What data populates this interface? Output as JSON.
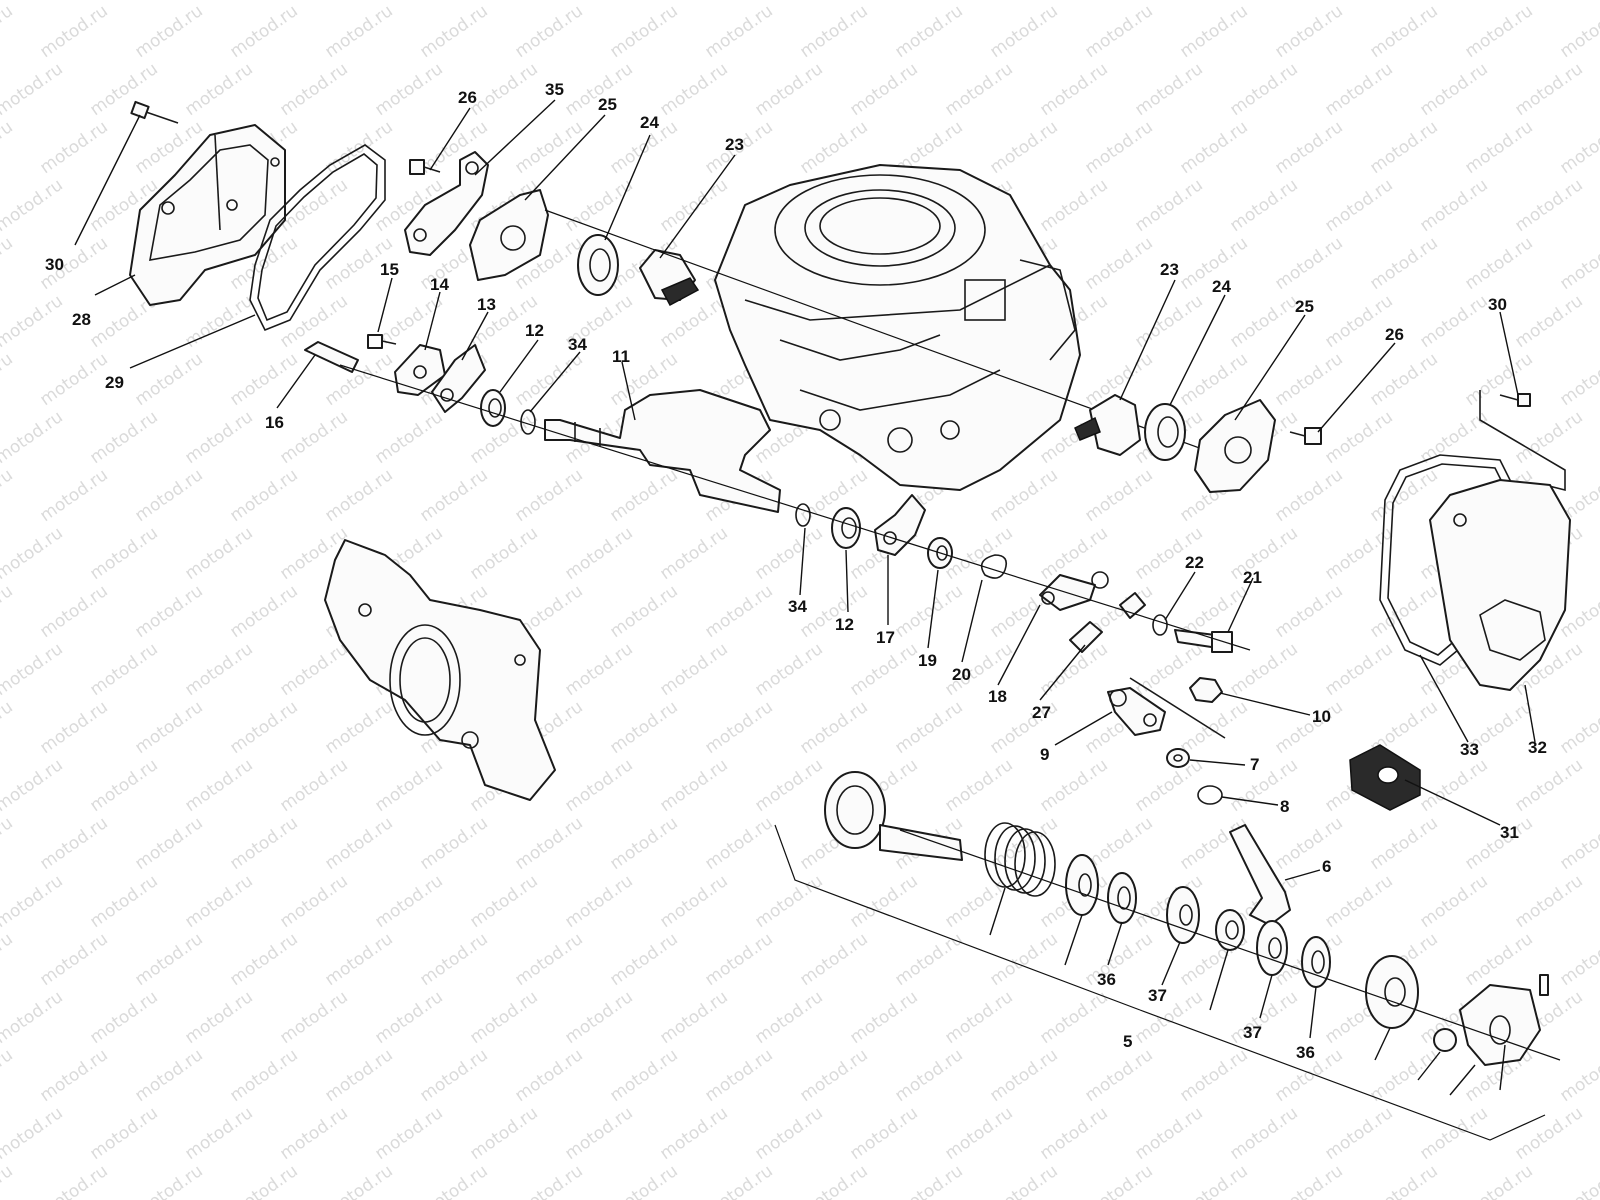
{
  "watermark": {
    "text": "motod.ru"
  },
  "callouts": [
    {
      "id": "c30a",
      "label": "30"
    },
    {
      "id": "c28",
      "label": "28"
    },
    {
      "id": "c29",
      "label": "29"
    },
    {
      "id": "c26a",
      "label": "26"
    },
    {
      "id": "c35",
      "label": "35"
    },
    {
      "id": "c25a",
      "label": "25"
    },
    {
      "id": "c24a",
      "label": "24"
    },
    {
      "id": "c23a",
      "label": "23"
    },
    {
      "id": "c15",
      "label": "15"
    },
    {
      "id": "c14",
      "label": "14"
    },
    {
      "id": "c13",
      "label": "13"
    },
    {
      "id": "c12a",
      "label": "12"
    },
    {
      "id": "c34a",
      "label": "34"
    },
    {
      "id": "c11",
      "label": "11"
    },
    {
      "id": "c16",
      "label": "16"
    },
    {
      "id": "c23b",
      "label": "23"
    },
    {
      "id": "c24b",
      "label": "24"
    },
    {
      "id": "c25b",
      "label": "25"
    },
    {
      "id": "c26b",
      "label": "26"
    },
    {
      "id": "c30b",
      "label": "30"
    },
    {
      "id": "c34b",
      "label": "34"
    },
    {
      "id": "c12b",
      "label": "12"
    },
    {
      "id": "c17",
      "label": "17"
    },
    {
      "id": "c19",
      "label": "19"
    },
    {
      "id": "c20",
      "label": "20"
    },
    {
      "id": "c18",
      "label": "18"
    },
    {
      "id": "c22",
      "label": "22"
    },
    {
      "id": "c21",
      "label": "21"
    },
    {
      "id": "c27",
      "label": "27"
    },
    {
      "id": "c10",
      "label": "10"
    },
    {
      "id": "c9",
      "label": "9"
    },
    {
      "id": "c7",
      "label": "7"
    },
    {
      "id": "c8",
      "label": "8"
    },
    {
      "id": "c6",
      "label": "6"
    },
    {
      "id": "c33",
      "label": "33"
    },
    {
      "id": "c32",
      "label": "32"
    },
    {
      "id": "c31",
      "label": "31"
    },
    {
      "id": "c36a",
      "label": "36"
    },
    {
      "id": "c37a",
      "label": "37"
    },
    {
      "id": "c37b",
      "label": "37"
    },
    {
      "id": "c36b",
      "label": "36"
    },
    {
      "id": "c5",
      "label": "5"
    }
  ]
}
